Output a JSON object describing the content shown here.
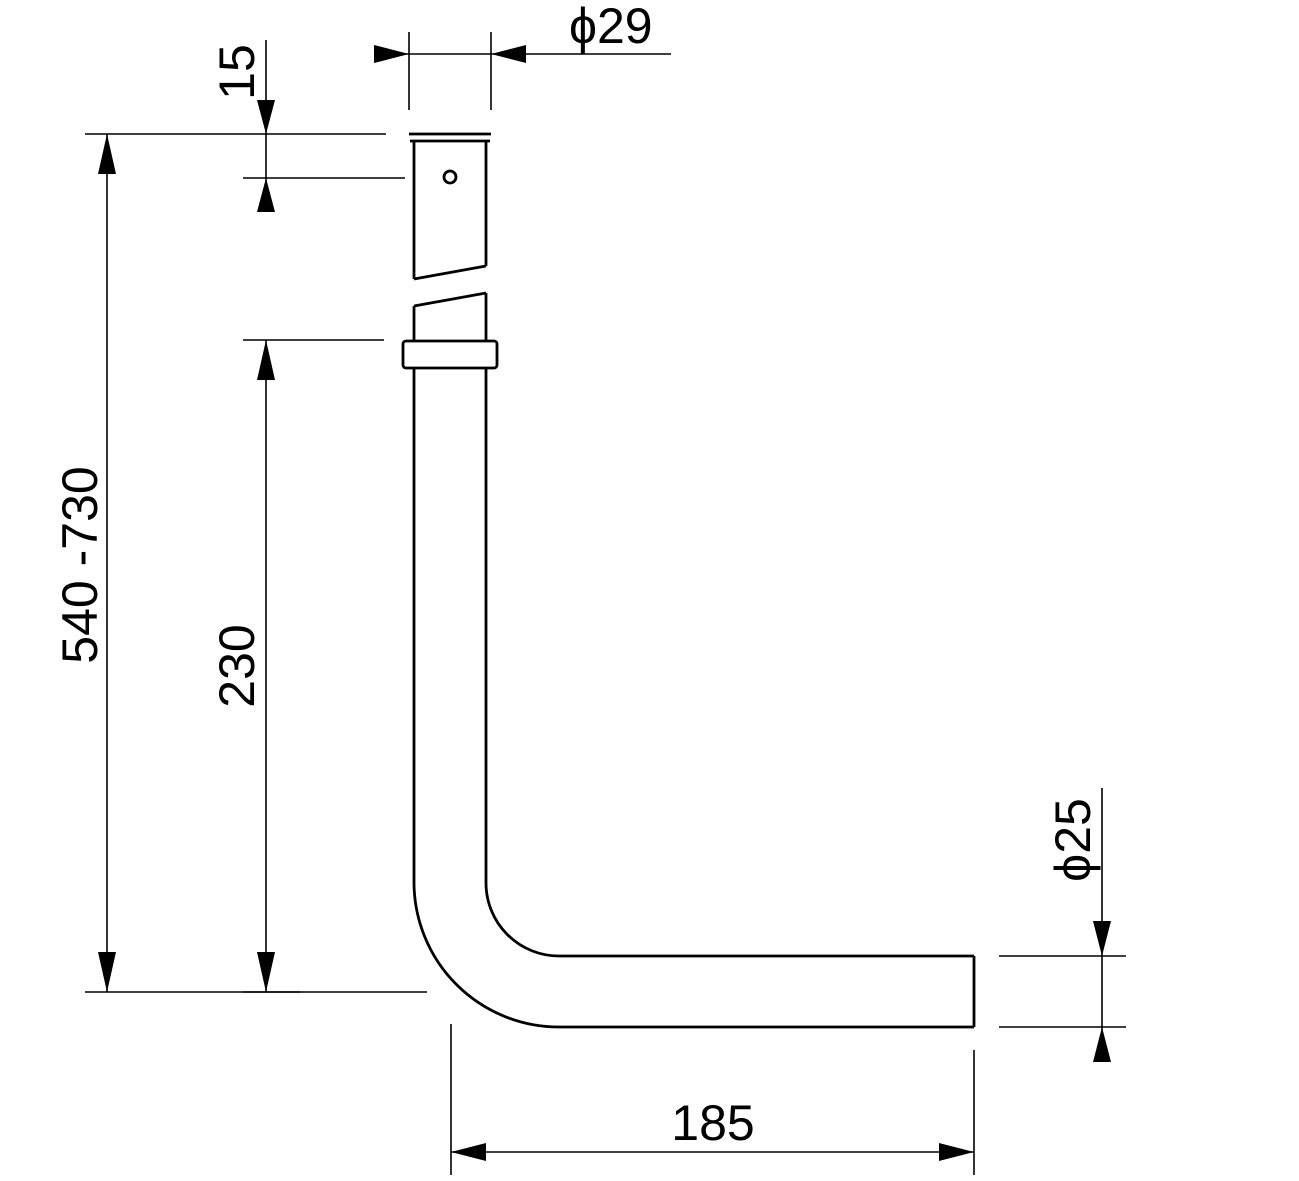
{
  "drawing": {
    "stroke_color": "#000000",
    "background_color": "#ffffff"
  },
  "dimensions": {
    "overall_height": "540 -730",
    "lower_height": "230",
    "top_offset": "15",
    "top_diameter": "ϕ29",
    "outlet_diameter": "ϕ25",
    "outlet_length": "185"
  }
}
